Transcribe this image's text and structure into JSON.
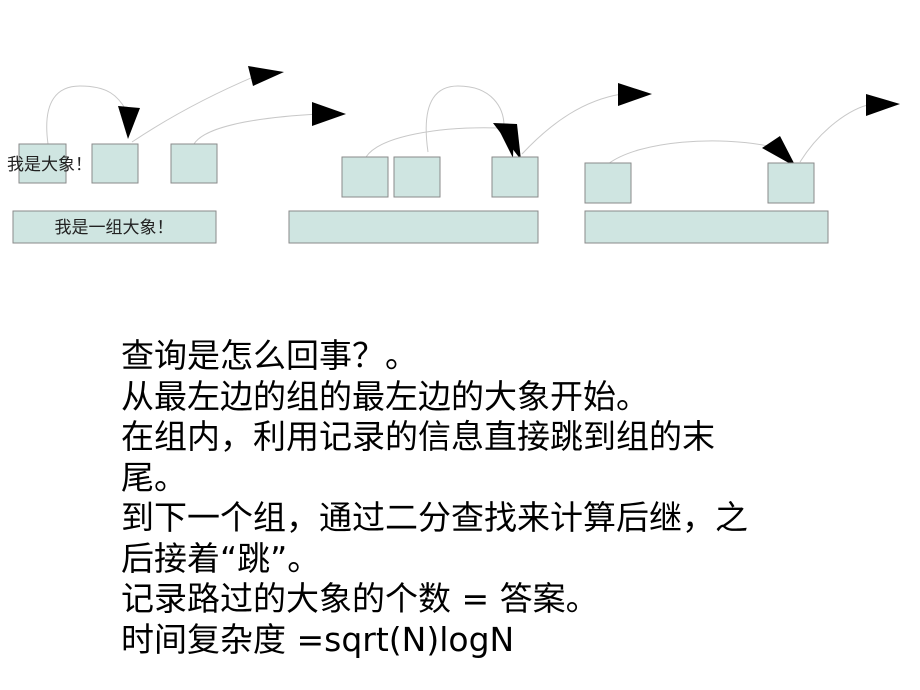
{
  "colors": {
    "box_fill": "#cfe5e1",
    "box_stroke": "#8a8a8a",
    "arrow_fill": "#000000",
    "curve_stroke": "#c8c8c8"
  },
  "diagram": {
    "elephant_label": "我是大象！",
    "group_label": "我是一组大象！"
  },
  "text": {
    "lines": [
      "查询是怎么回事？。",
      "从最左边的组的最左边的大象开始。",
      "在组内，利用记录的信息直接跳到组的末",
      "尾。",
      "到下一个组，通过二分查找来计算后继，之",
      "后接着“跳”。",
      "记录路过的大象的个数 = 答案。",
      "时间复杂度 =sqrt(N)logN"
    ]
  }
}
